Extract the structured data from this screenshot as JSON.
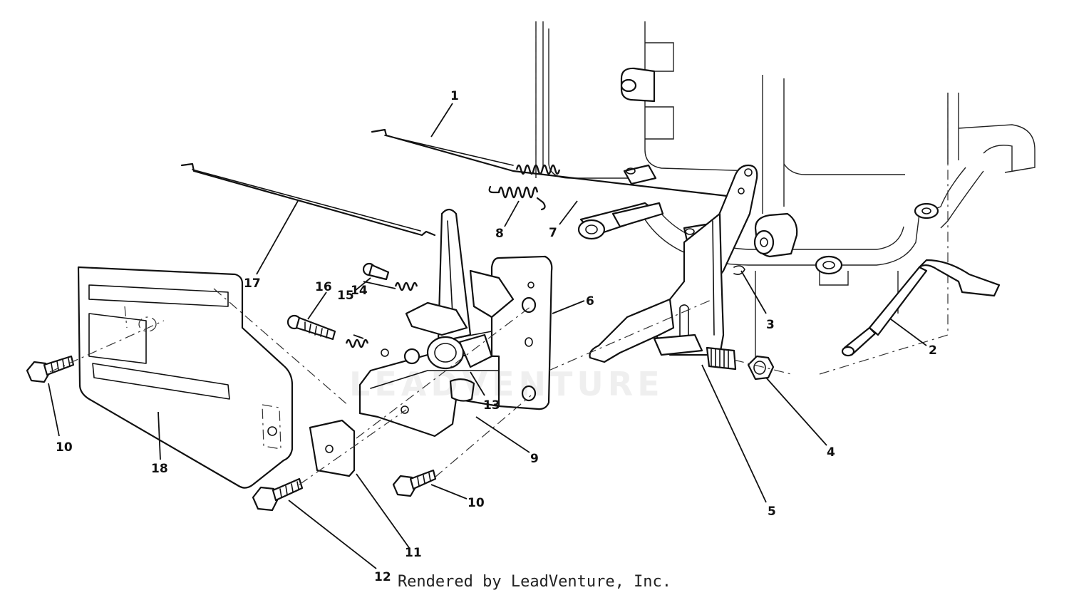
{
  "diagram": {
    "callouts": [
      "1",
      "2",
      "3",
      "4",
      "5",
      "6",
      "7",
      "8",
      "9",
      "10",
      "10",
      "11",
      "12",
      "13",
      "14",
      "15",
      "16",
      "17",
      "18"
    ],
    "watermark": "LEADVENTURE"
  },
  "footer": {
    "caption": "Rendered by LeadVenture, Inc."
  }
}
